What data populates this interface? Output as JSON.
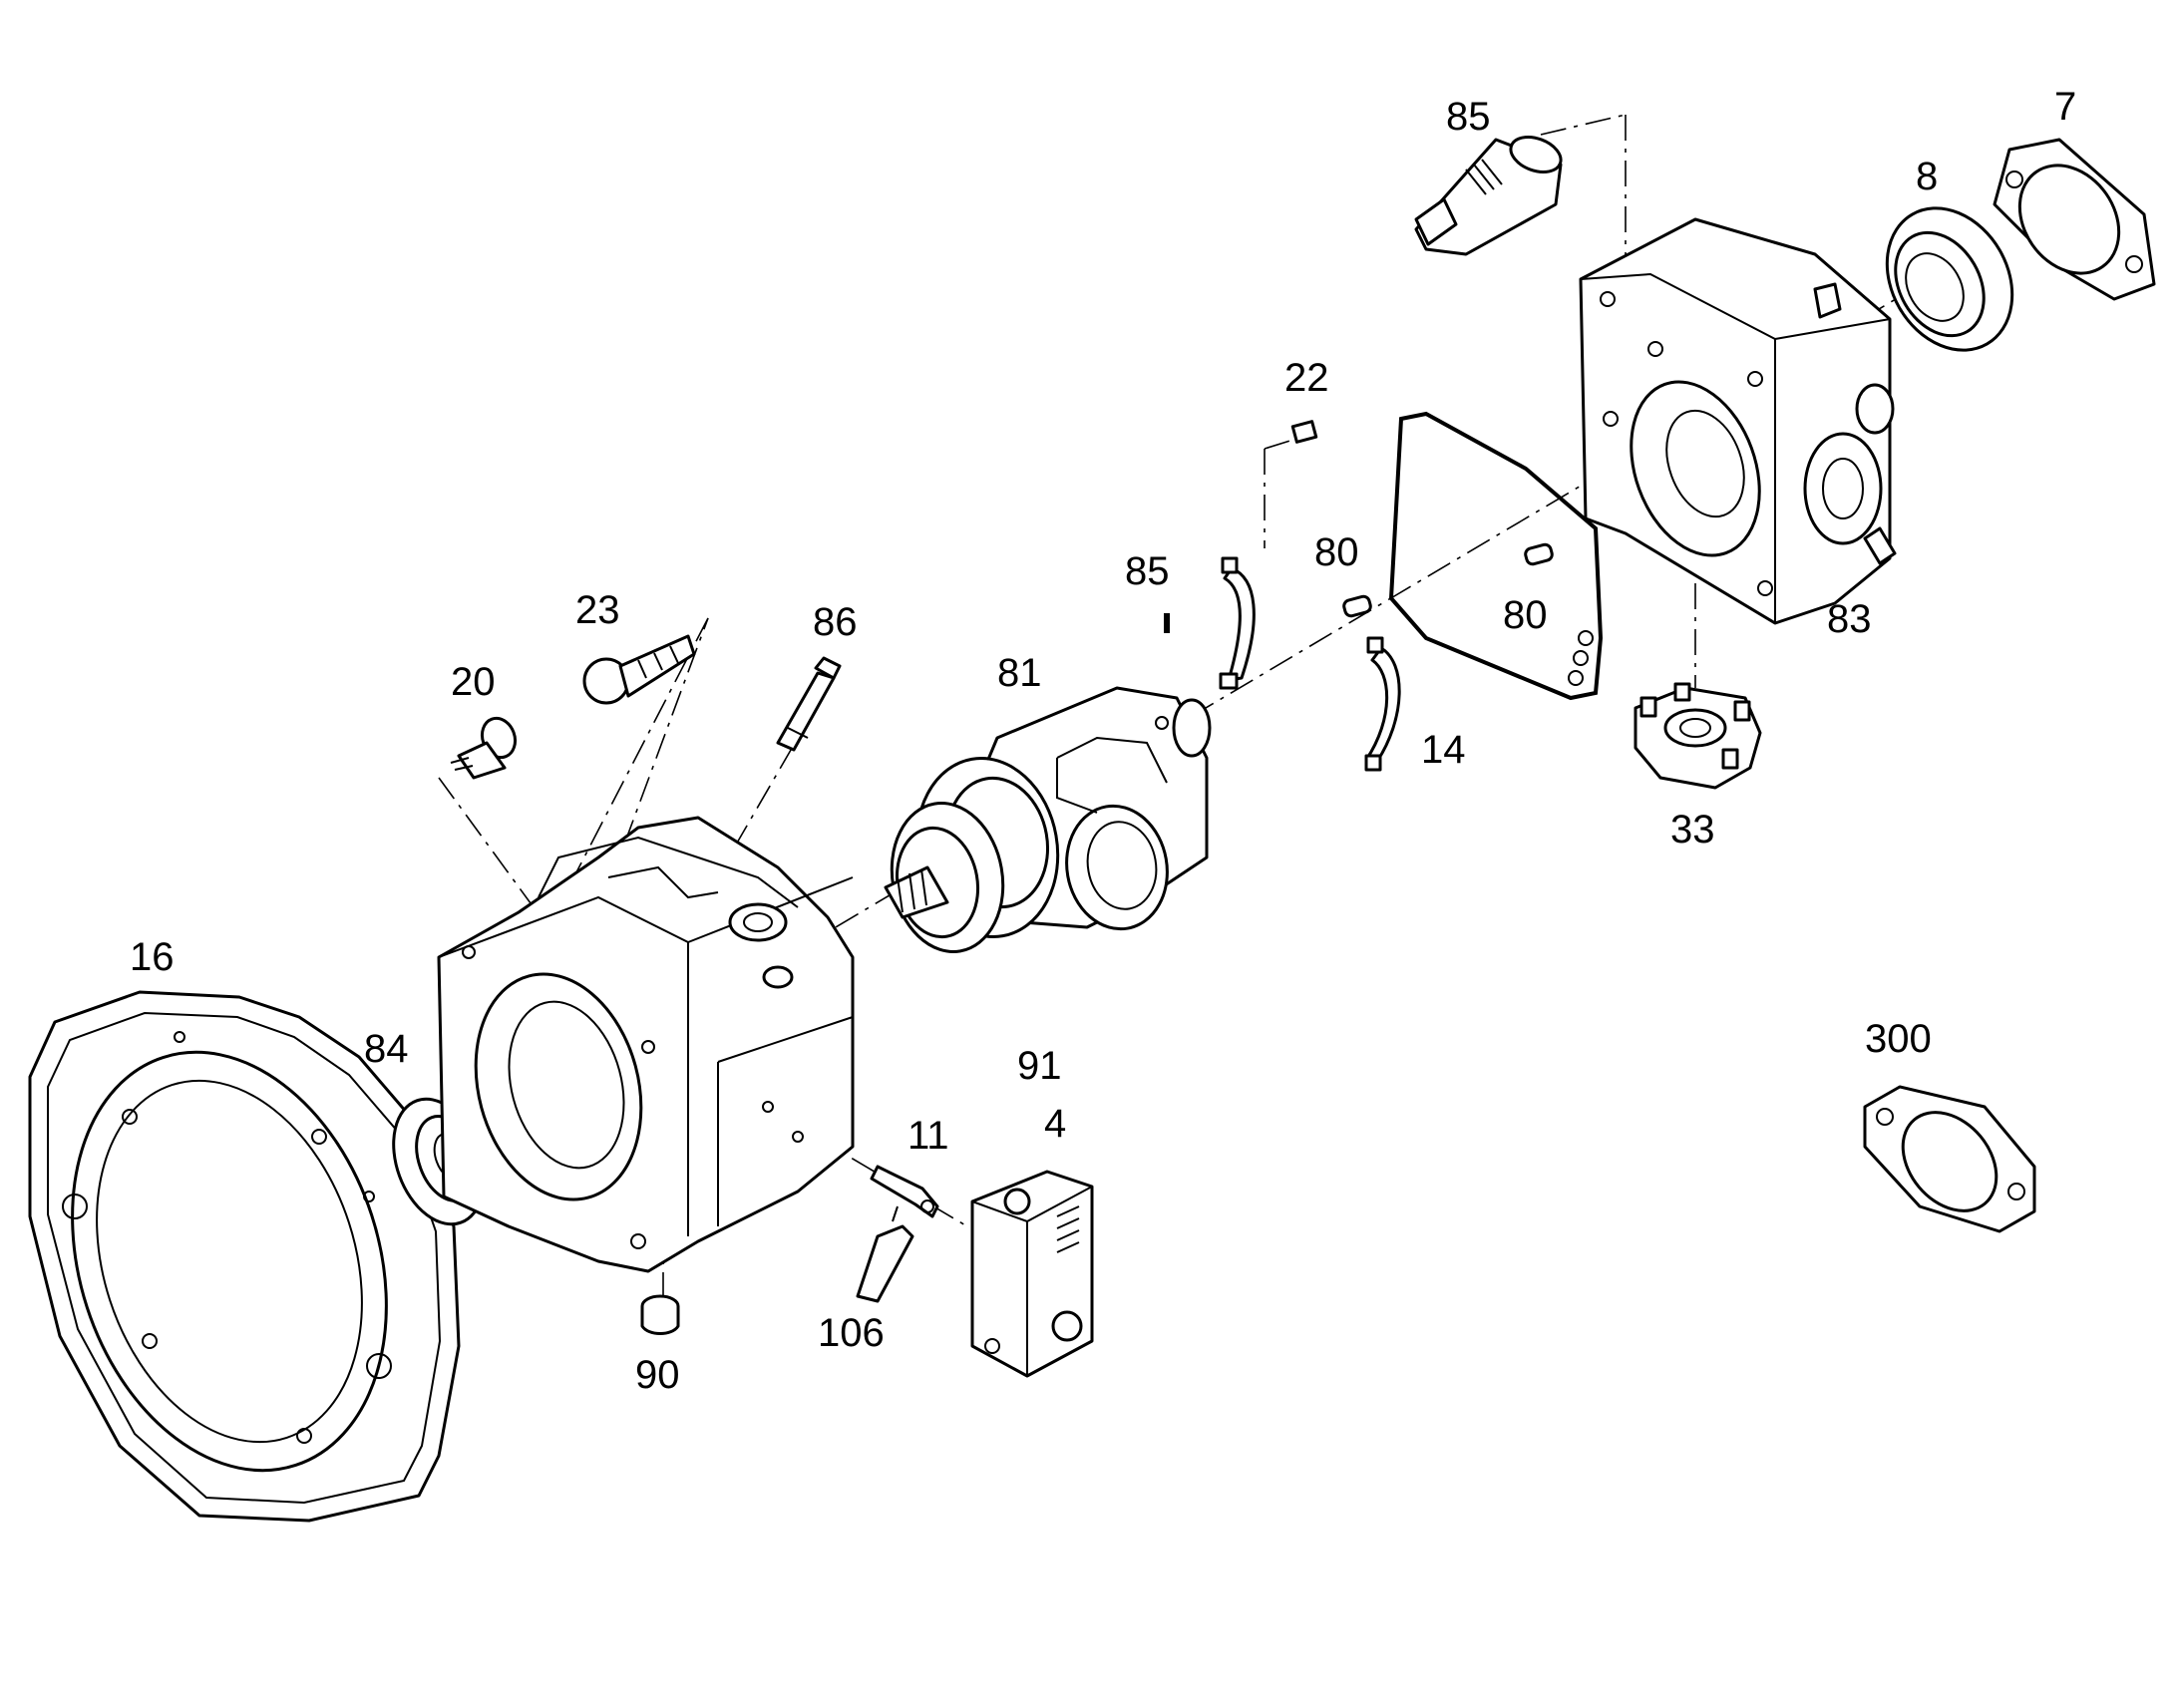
{
  "diagram": {
    "type": "exploded-parts-view",
    "labels": {
      "p85a": "85",
      "p7": "7",
      "p8": "8",
      "p22": "22",
      "p85b": "85",
      "p80a": "80",
      "p80b": "80",
      "p83": "83",
      "p23": "23",
      "p86": "86",
      "p20": "20",
      "p81": "81",
      "p14": "14",
      "p33": "33",
      "p16": "16",
      "p84": "84",
      "p91": "91",
      "p4": "4",
      "p11": "11",
      "p300": "300",
      "p106": "106",
      "p90": "90"
    }
  }
}
